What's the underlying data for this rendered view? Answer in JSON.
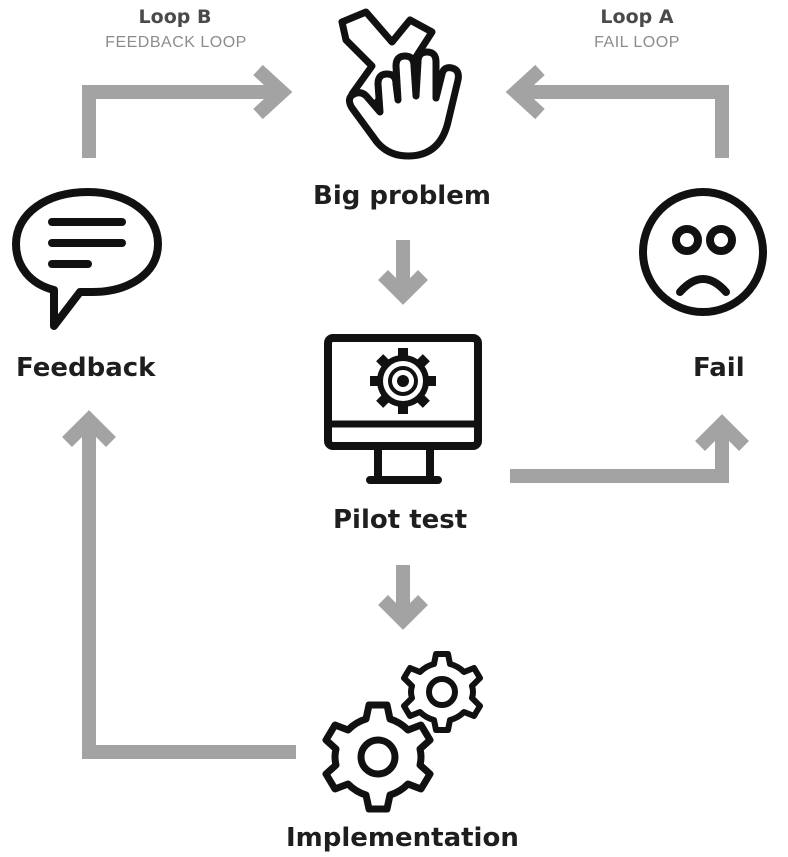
{
  "loops": {
    "b": {
      "title": "Loop B",
      "subtitle": "FEEDBACK LOOP"
    },
    "a": {
      "title": "Loop A",
      "subtitle": "FAIL LOOP"
    }
  },
  "nodes": {
    "big_problem": {
      "label": "Big problem",
      "icon": "cross-and-hand-icon"
    },
    "feedback": {
      "label": "Feedback",
      "icon": "speech-bubble-icon"
    },
    "fail": {
      "label": "Fail",
      "icon": "sad-face-icon"
    },
    "pilot_test": {
      "label": "Pilot test",
      "icon": "monitor-gear-icon"
    },
    "implementation": {
      "label": "Implementation",
      "icon": "gears-icon"
    }
  },
  "colors": {
    "arrow": "#a3a3a3",
    "icon": "#111111",
    "text": "#1e1e1e"
  }
}
